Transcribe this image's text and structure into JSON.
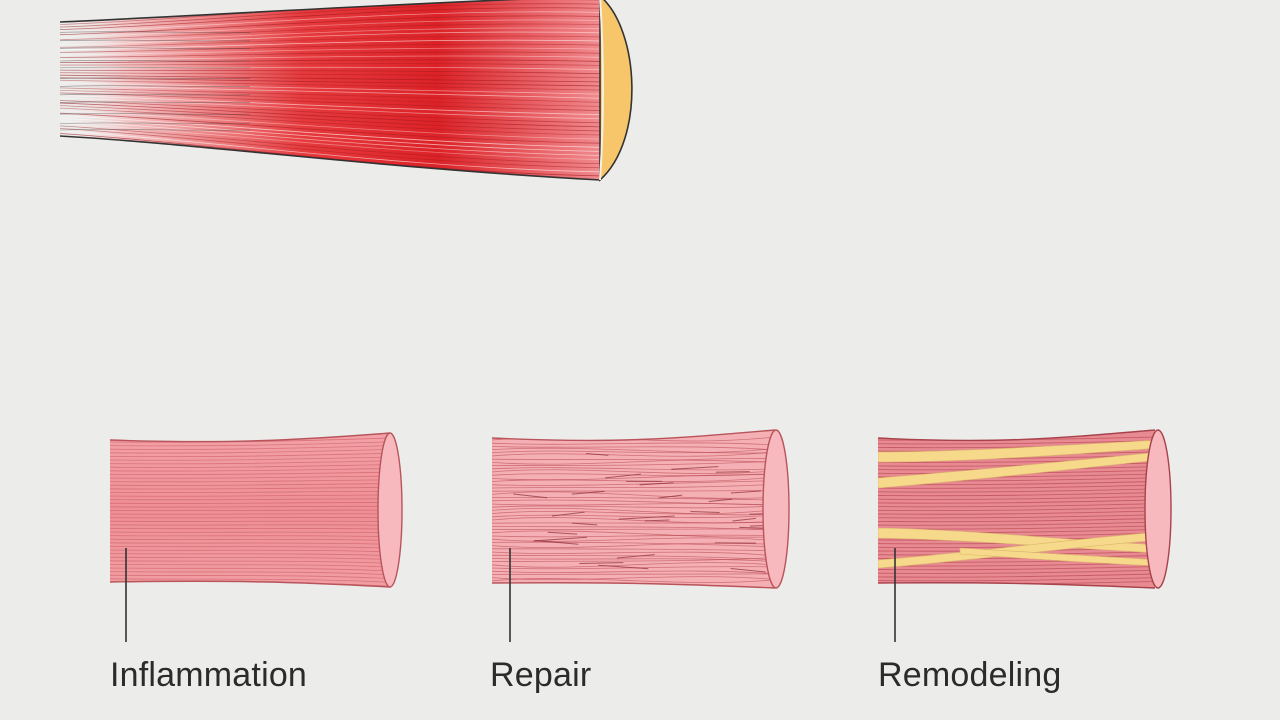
{
  "diagram": {
    "stages": [
      {
        "id": "inflammation",
        "label": "Inflammation"
      },
      {
        "id": "repair",
        "label": "Repair"
      },
      {
        "id": "remodeling",
        "label": "Remodeling"
      }
    ]
  },
  "colors": {
    "background": "#ececea",
    "muscle_red": "#e0262b",
    "muscle_pink": "#f19aa0",
    "fiber_line": "#c9505a",
    "scar_tissue": "#f7d98c",
    "outline": "#333333"
  }
}
